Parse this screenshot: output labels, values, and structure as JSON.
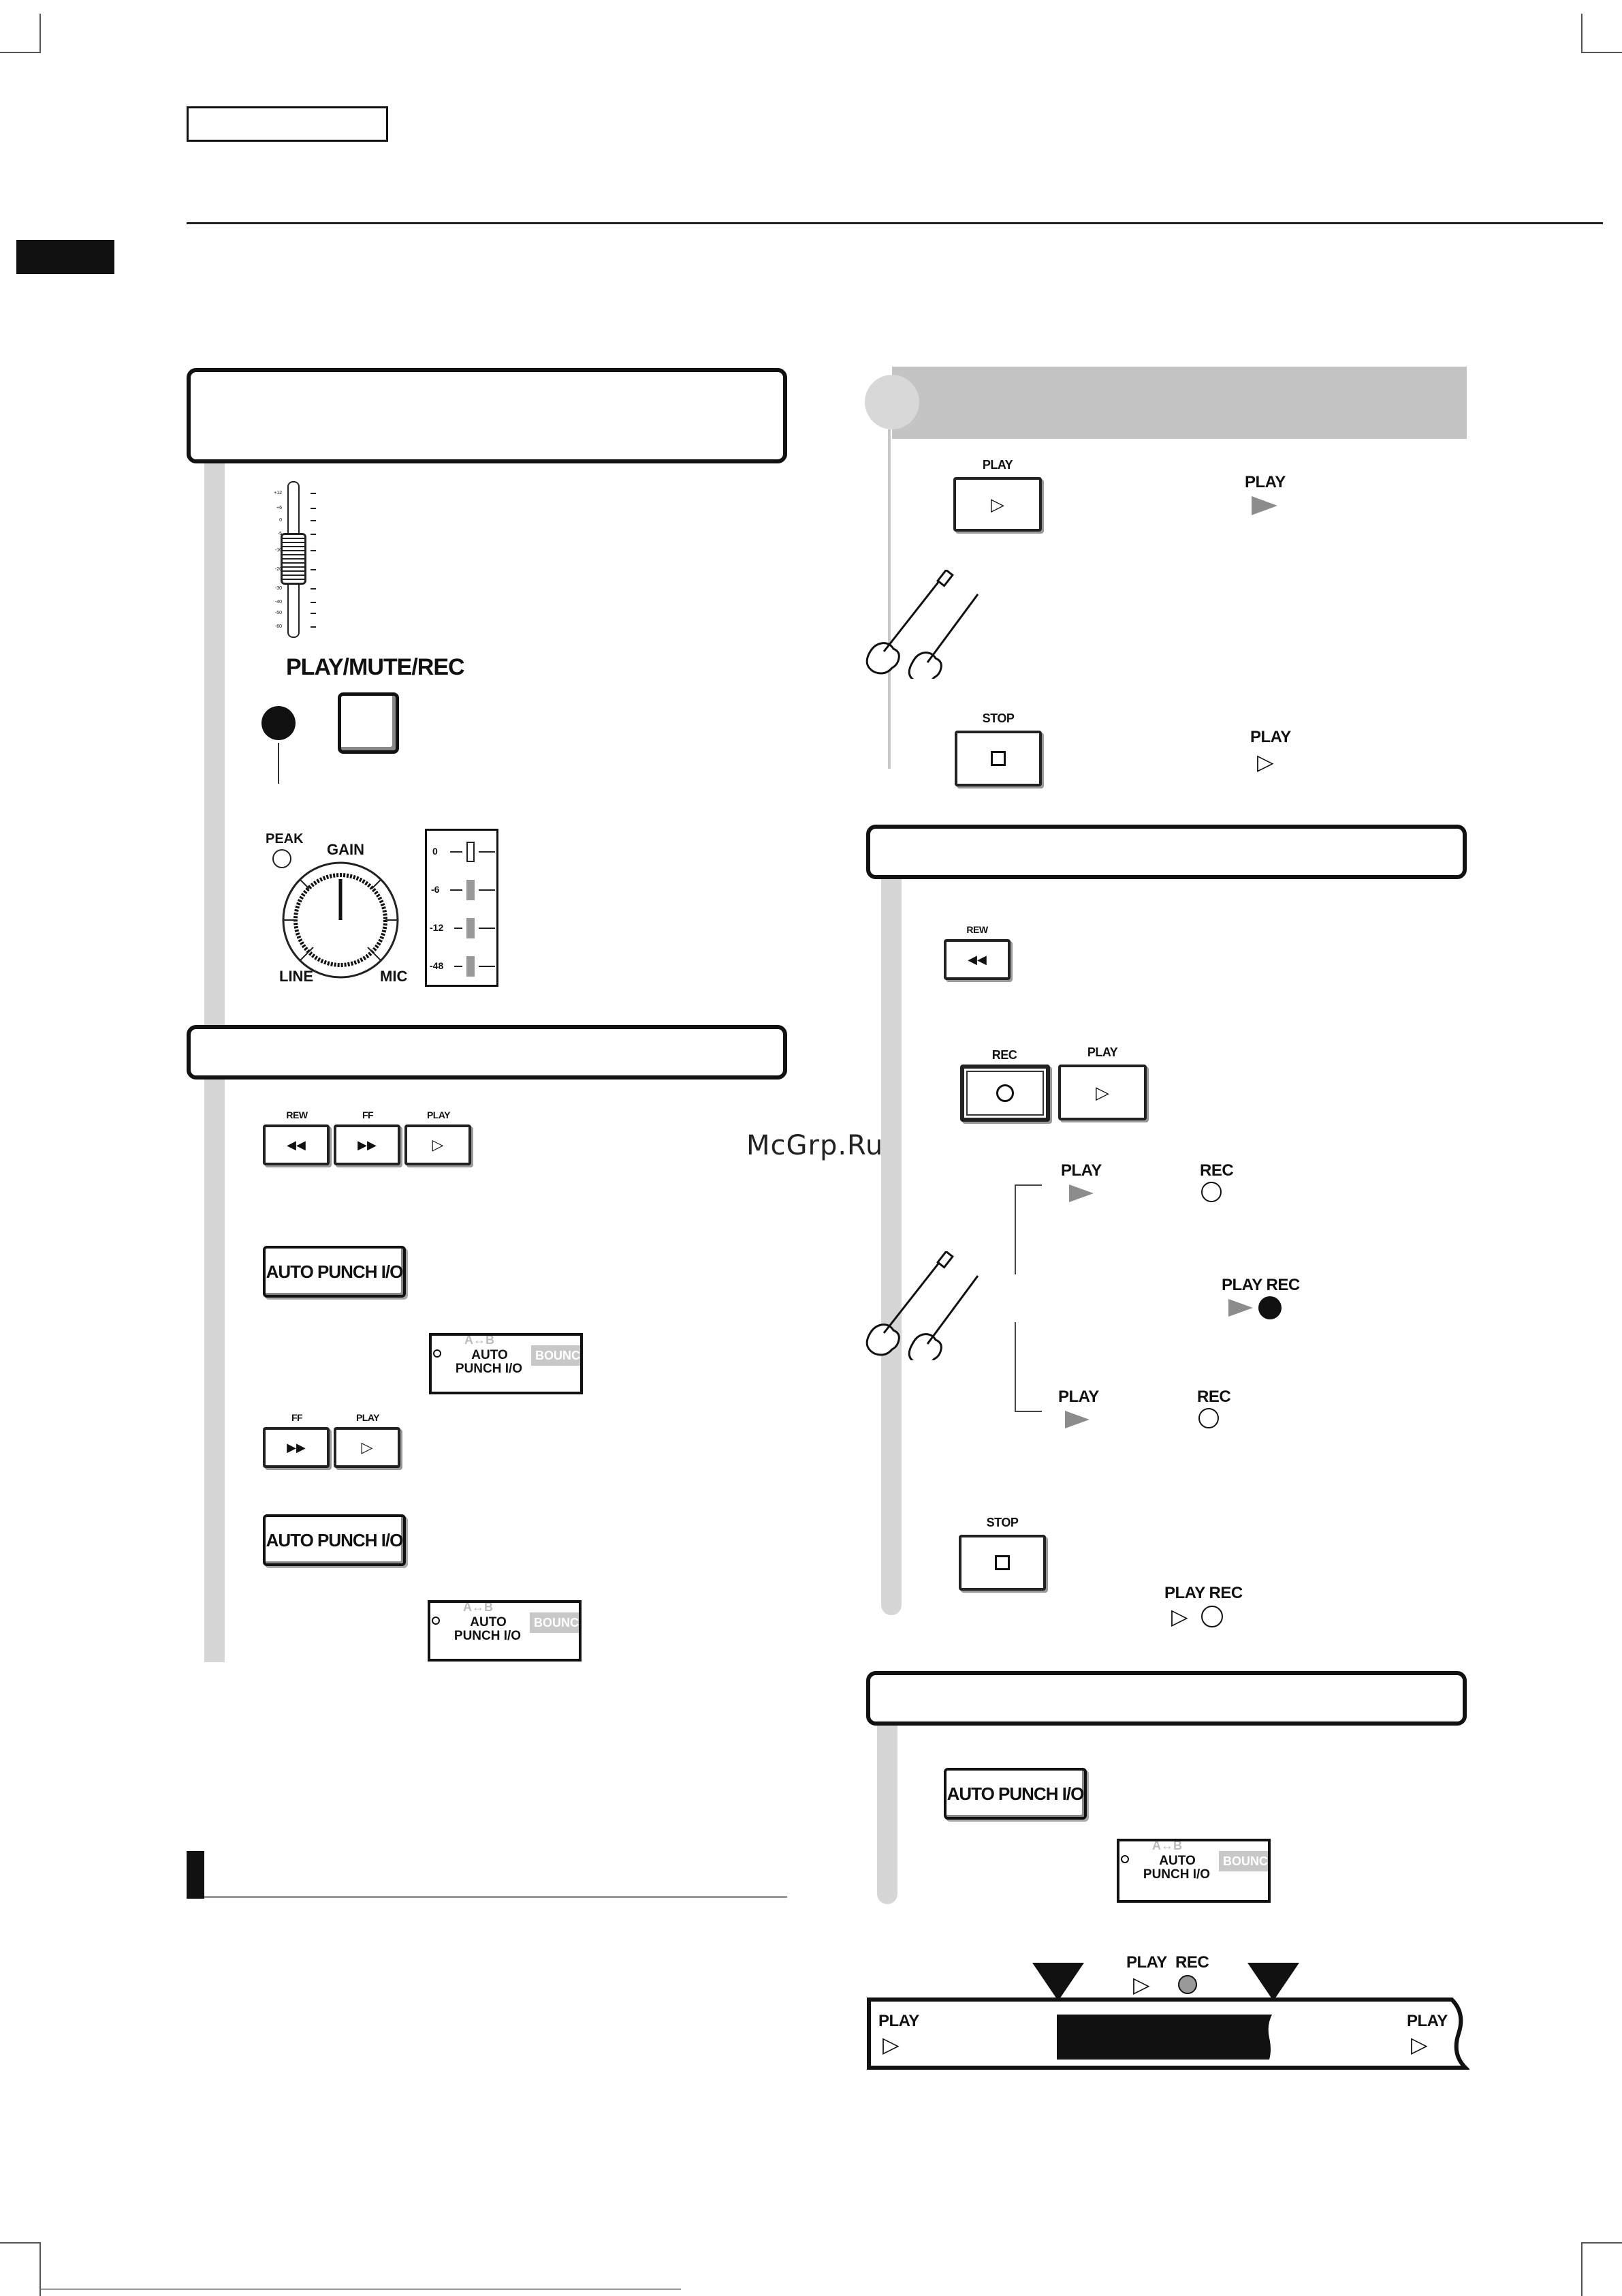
{
  "watermark": "McGrp.Ru",
  "panel_a": {
    "fader_ticks": [
      "+12",
      "+6",
      "0",
      "-5",
      "-10",
      "-20",
      "-30",
      "-40",
      "-50",
      "-60"
    ],
    "play_mute_rec_label": "PLAY/MUTE/REC",
    "peak_label": "PEAK",
    "gain_label": "GAIN",
    "line_label": "LINE",
    "mic_label": "MIC",
    "meter_labels": [
      "0",
      "-6",
      "-12",
      "-48"
    ]
  },
  "panel_b": {
    "rew_label": "REW",
    "ff_label": "FF",
    "play_label": "PLAY",
    "auto_punch_label": "AUTO PUNCH I/O",
    "lcd": {
      "ab": "A↔B",
      "line1": "AUTO",
      "line2": "PUNCH I/O",
      "bounce": "BOUNCE"
    }
  },
  "panel_c": {
    "play_label": "PLAY",
    "stop_label": "STOP",
    "status_play": "PLAY"
  },
  "panel_d": {
    "rew_label": "REW",
    "rec_label": "REC",
    "play_label": "PLAY",
    "stop_label": "STOP",
    "status_play": "PLAY",
    "status_rec": "REC",
    "status_play_rec": "PLAY REC"
  },
  "panel_e": {
    "auto_punch_label": "AUTO PUNCH I/O",
    "lcd": {
      "ab": "A↔B",
      "line1": "AUTO",
      "line2": "PUNCH I/O",
      "bounce": "BOUNCE"
    }
  },
  "timeline": {
    "play_left": "PLAY",
    "play_right": "PLAY",
    "play_top": "PLAY",
    "rec_top": "REC"
  },
  "colors": {
    "rail": "#d6d6d6",
    "header_gray": "#c4c4c4",
    "status_gray": "#8c8c8c"
  }
}
